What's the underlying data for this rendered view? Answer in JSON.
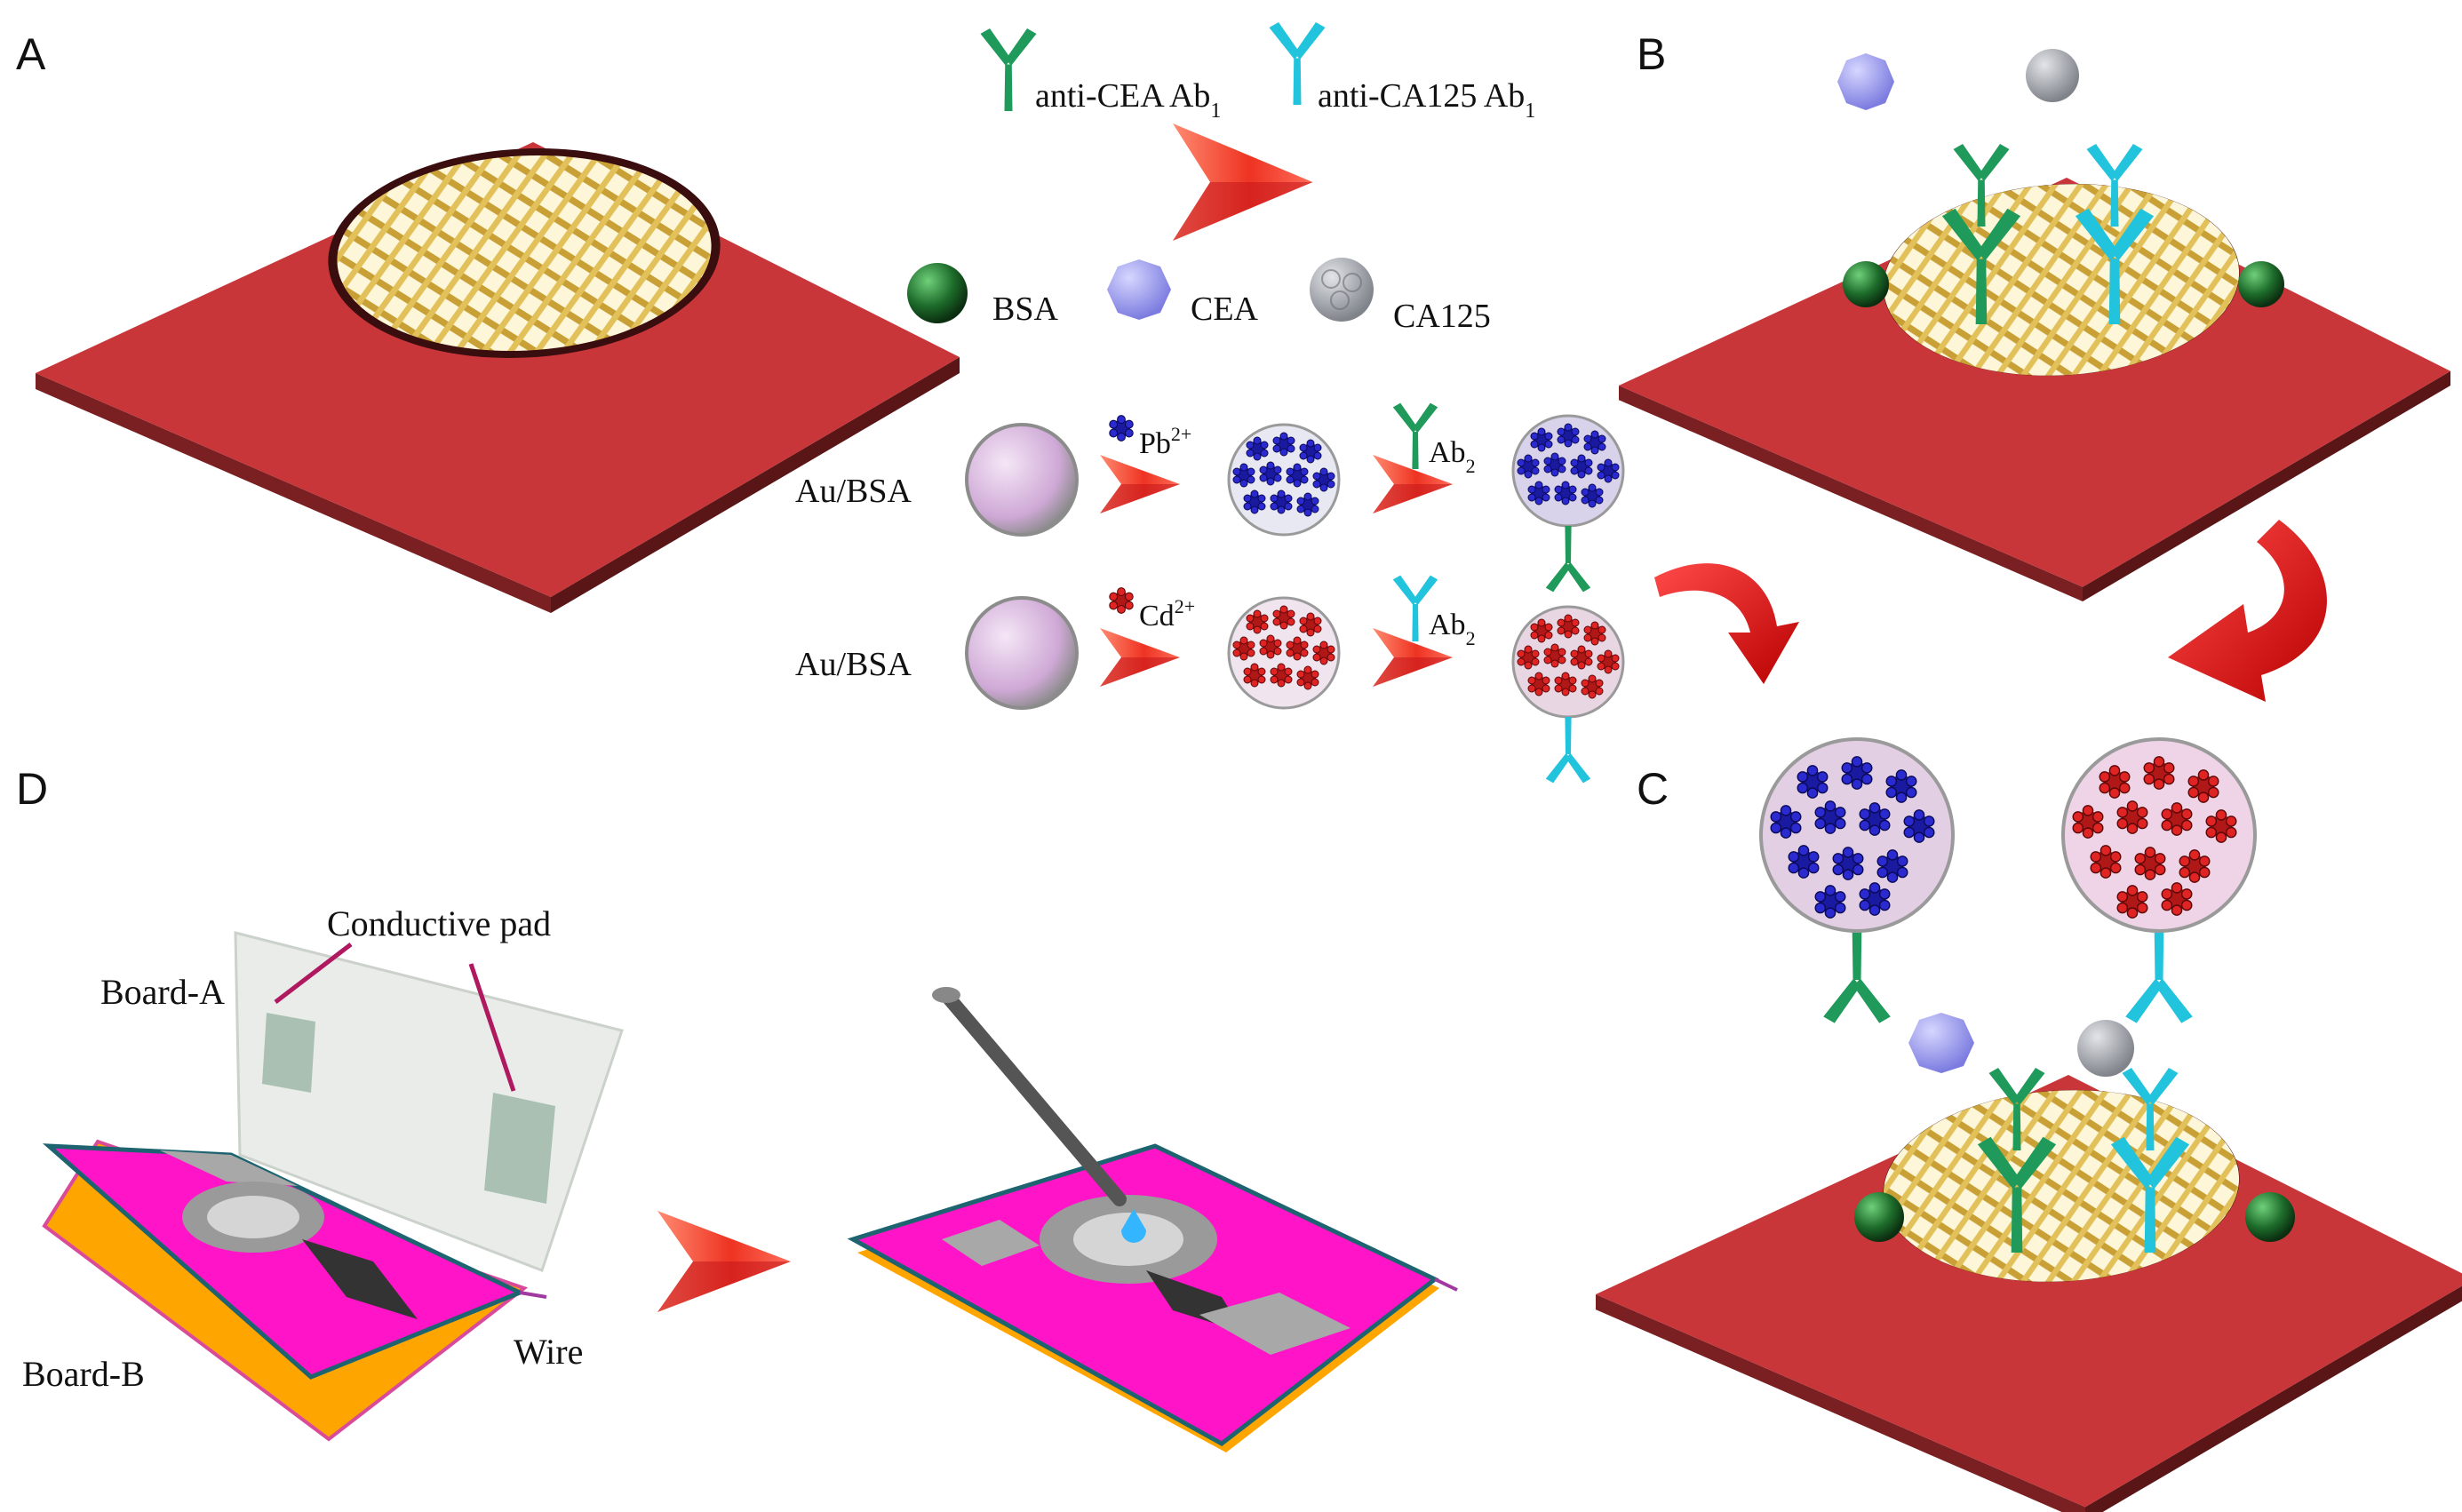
{
  "panels": {
    "a": "A",
    "b": "B",
    "c": "C",
    "d": "D"
  },
  "legend": {
    "anti_cea_prefix": "anti-CEA Ab",
    "anti_cea_sub": "1",
    "anti_ca125_prefix": "anti-CA125 Ab",
    "anti_ca125_sub": "1",
    "bsa": "BSA",
    "cea": "CEA",
    "ca125": "CA125"
  },
  "labels": {
    "au_bsa_1": "Au/BSA",
    "au_bsa_2": "Au/BSA",
    "pb": "Pb",
    "pb_sup": "2+",
    "cd": "Cd",
    "cd_sup": "2+",
    "ab2_1": "Ab",
    "ab2_1_sub": "2",
    "ab2_2": "Ab",
    "ab2_2_sub": "2",
    "conductive_pad": "Conductive pad",
    "board_a": "Board-A",
    "board_b": "Board-B",
    "wire": "Wire"
  },
  "colors": {
    "board_red": "#c8363a",
    "board_red_dark": "#7a1f22",
    "mesh_gold": "#d7b24a",
    "cea_ab": "#1f9a5a",
    "ca125_ab": "#22c3dc",
    "cea_ag": "#9999ee",
    "ca125_ag": "#a4a7ad",
    "bsa": "#1d6b2a",
    "pb_blue": "#1a1aa0",
    "cd_red": "#b01818",
    "au_bsa": "#d8b8de",
    "pink_board": "#ff14c8",
    "orange_board": "#ffa500",
    "arrow_red": "#ee3322"
  }
}
